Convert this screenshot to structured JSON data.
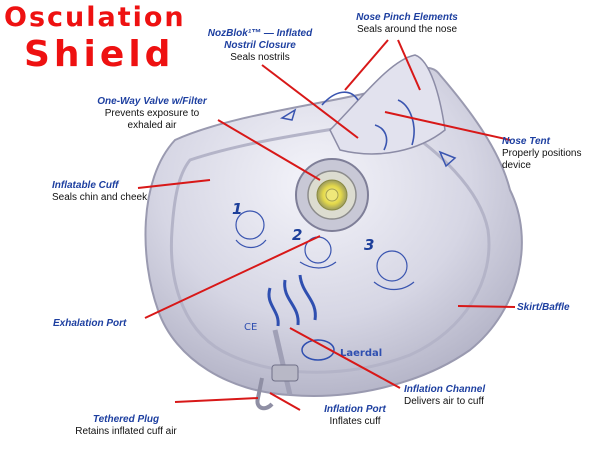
{
  "title": {
    "line1": "Osculation",
    "line2": "Shield"
  },
  "colors": {
    "title": "#ee1111",
    "leader": "#d81818",
    "heading": "#1d3fa0",
    "device": "#c9c9d9"
  },
  "labels": {
    "nozblok": {
      "heading": "NozBlok¹™ — Inflated",
      "heading2": "Nostril Closure",
      "desc": "Seals nostrils"
    },
    "nose_pinch": {
      "heading": "Nose Pinch Elements",
      "desc": "Seals around the nose"
    },
    "valve": {
      "heading": "One-Way Valve w/Filter",
      "desc": "Prevents exposure to",
      "desc2": "exhaled air"
    },
    "nose_tent": {
      "heading": "Nose Tent",
      "desc": "Properly positions",
      "desc2": "device"
    },
    "cuff": {
      "heading": "Inflatable Cuff",
      "desc": "Seals chin and cheek"
    },
    "skirt": {
      "heading": "Skirt/Baffle"
    },
    "exhalation": {
      "heading": "Exhalation Port"
    },
    "channel": {
      "heading": "Inflation Channel",
      "desc": "Delivers air to cuff"
    },
    "plug": {
      "heading": "Tethered Plug",
      "desc": "Retains inflated cuff air"
    },
    "port": {
      "heading": "Inflation Port",
      "desc": "Inflates cuff"
    }
  },
  "device_print": {
    "step1": "1",
    "step2": "2",
    "step3": "3",
    "brand": "Laerdal",
    "ce": "CE"
  }
}
